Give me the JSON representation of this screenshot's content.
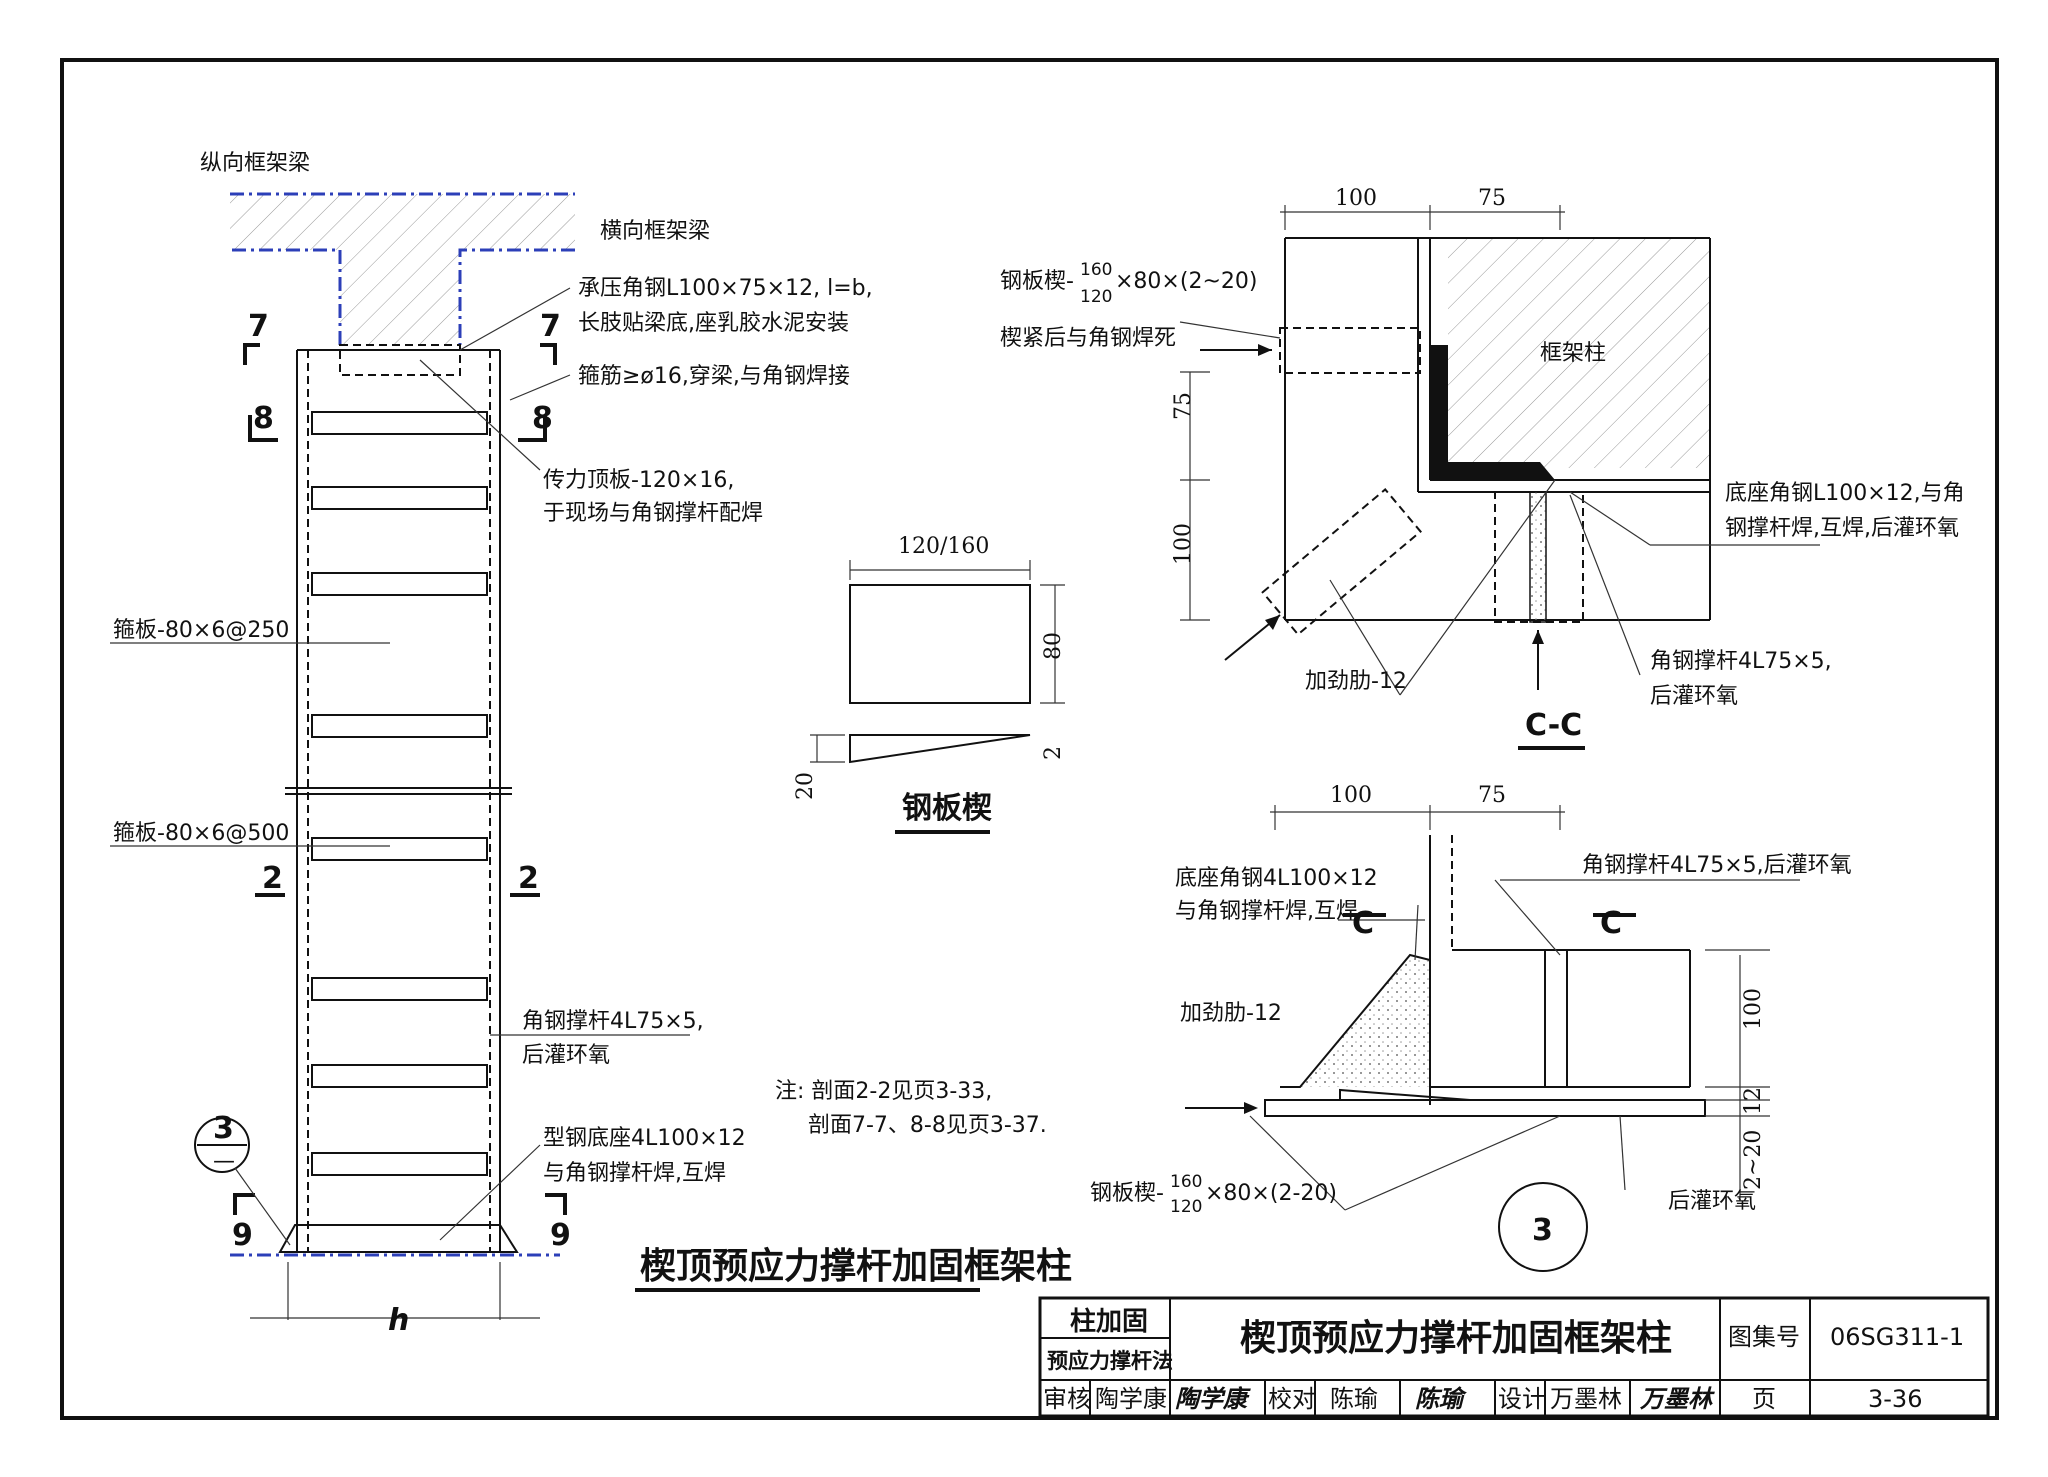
{
  "elevation": {
    "label_longitudinal_beam": "纵向框架梁",
    "label_transverse_beam": "横向框架梁",
    "label_pressure_angle_1": "承压角钢L100×75×12, l=b,",
    "label_pressure_angle_2": "长肢贴梁底,座乳胶水泥安装",
    "label_stirrup": "箍筋≥ø16,穿梁,与角钢焊接",
    "label_top_plate_1": "传力顶板-120×16,",
    "label_top_plate_2": "于现场与角钢撑杆配焊",
    "label_batten_250": "箍板-80×6@250",
    "label_batten_500": "箍板-80×6@500",
    "label_strut_1": "角钢撑杆4L75×5,",
    "label_strut_2": "后灌环氧",
    "label_base_1": "型钢底座4L100×12",
    "label_base_2": "与角钢撑杆焊,互焊",
    "section_7": "7",
    "section_8": "8",
    "section_2": "2",
    "section_9": "9",
    "detail_ref_num": "3",
    "detail_ref_den": "—",
    "dim_h": "h",
    "title": "楔顶预应力撑杆加固框架柱"
  },
  "wedge": {
    "dim_width": "120/160",
    "dim_height": "80",
    "dim_thick_20": "20",
    "dim_thick_2": "2",
    "title": "钢板楔"
  },
  "note": {
    "line1": "注: 剖面2-2见页3-33,",
    "line2": "剖面7-7、8-8见页3-37."
  },
  "section_cc": {
    "dim_100": "100",
    "dim_75": "75",
    "dim_v75": "75",
    "dim_v100": "100",
    "label_wedge_pre": "钢板楔-",
    "label_wedge_num": "160",
    "label_wedge_den": "120",
    "label_wedge_post": "×80×(2~20)",
    "label_wedge_2": "楔紧后与角钢焊死",
    "label_column": "框架柱",
    "label_base_1": "底座角钢L100×12,与角",
    "label_base_2": "钢撑杆焊,互焊,后灌环氧",
    "label_rib": "加劲肋-12",
    "label_strut_1": "角钢撑杆4L75×5,",
    "label_strut_2": "后灌环氧",
    "title": "C-C"
  },
  "detail3": {
    "dim_100": "100",
    "dim_75": "75",
    "dim_v100": "100",
    "dim_v12": "12",
    "dim_v2_20": "2~20",
    "label_base_1": "底座角钢4L100×12",
    "label_base_2": "与角钢撑杆焊,互焊",
    "label_strut": "角钢撑杆4L75×5,后灌环氧",
    "label_rib": "加劲肋-12",
    "label_wedge_pre": "钢板楔-",
    "label_wedge_num": "160",
    "label_wedge_den": "120",
    "label_wedge_post": "×80×(2-20)",
    "label_epoxy": "后灌环氧",
    "section_c": "C",
    "title": "3"
  },
  "title_block": {
    "category_1": "柱加固",
    "category_2": "预应力撑杆法",
    "main_title": "楔顶预应力撑杆加固框架柱",
    "atlas_label": "图集号",
    "atlas_no": "06SG311-1",
    "review_label": "审核",
    "review_name": "陶学康",
    "review_sign": "陶学康",
    "check_label": "校对",
    "check_name": "陈瑜",
    "check_sign": "陈瑜",
    "design_label": "设计",
    "design_name": "万墨林",
    "design_sign": "万墨林",
    "page_label": "页",
    "page_no": "3-36"
  }
}
